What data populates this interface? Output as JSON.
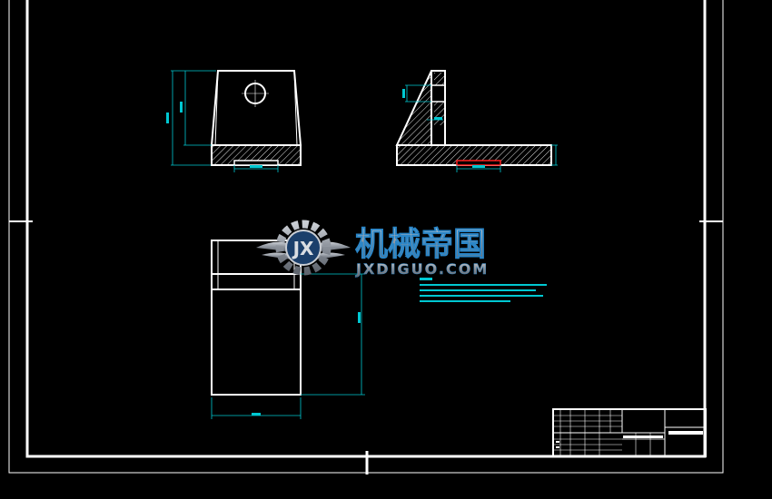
{
  "colors": {
    "background": "#000000",
    "outline": "#ffffff",
    "dimension": "#00c8d2",
    "hatch": "#ffffff",
    "highlight": "#ff2020",
    "watermark_text": "#9ea4ad",
    "watermark_accent": "#2a86c8"
  },
  "watermark": {
    "logo_letters": "JX",
    "title_cn": "机械帝国",
    "url": "JXDIGUO.COM"
  },
  "icons": [
    "gear-wing-logo-icon"
  ]
}
